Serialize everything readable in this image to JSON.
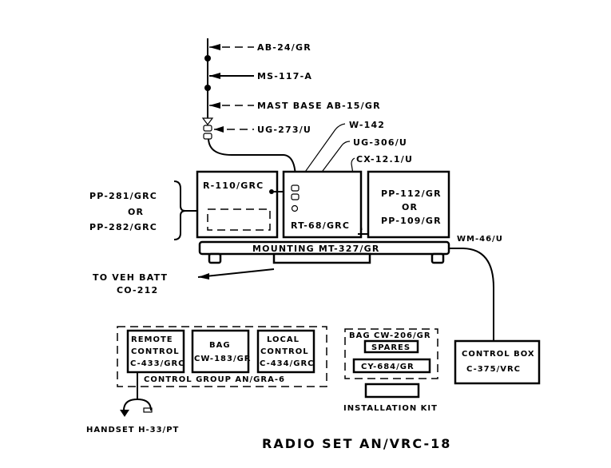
{
  "diagram": {
    "title": "RADIO SET AN/VRC-18",
    "antenna": {
      "labels": [
        "AB-24/GR",
        "MS-117-A",
        "MAST BASE AB-15/GR",
        "UG-273/U"
      ]
    },
    "connectors": {
      "w142": "W-142",
      "ug306": "UG-306/U",
      "cx12": "CX-12.1/U"
    },
    "power_supply_options": {
      "line1": "PP-281/GRC",
      "line2": "OR",
      "line3": "PP-282/GRC"
    },
    "units": {
      "receiver": "R-110/GRC",
      "transceiver": "RT-68/GRC",
      "power_supply_line1": "PP-112/GR",
      "power_supply_line2": "OR",
      "power_supply_line3": "PP-109/GR"
    },
    "mounting": "MOUNTING MT-327/GR",
    "battery_cable": {
      "line1": "TO VEH BATT",
      "line2": "CO-212"
    },
    "wm_cable": "WM-46/U",
    "control_group": {
      "label": "CONTROL GROUP AN/GRA-6",
      "remote_control": [
        "REMOTE",
        "CONTROL",
        "C-433/GRC"
      ],
      "bag": [
        "BAG",
        "CW-183/GR"
      ],
      "local_control": [
        "LOCAL",
        "CONTROL",
        "C-434/GRC"
      ]
    },
    "installation_kit": {
      "bag_label": "BAG CW-206/GR",
      "spares": "SPARES",
      "cy684": "CY-684/GR",
      "label": "INSTALLATION KIT"
    },
    "control_box": {
      "line1": "CONTROL BOX",
      "line2": "C-375/VRC"
    },
    "handset": "HANDSET H-33/PT"
  }
}
